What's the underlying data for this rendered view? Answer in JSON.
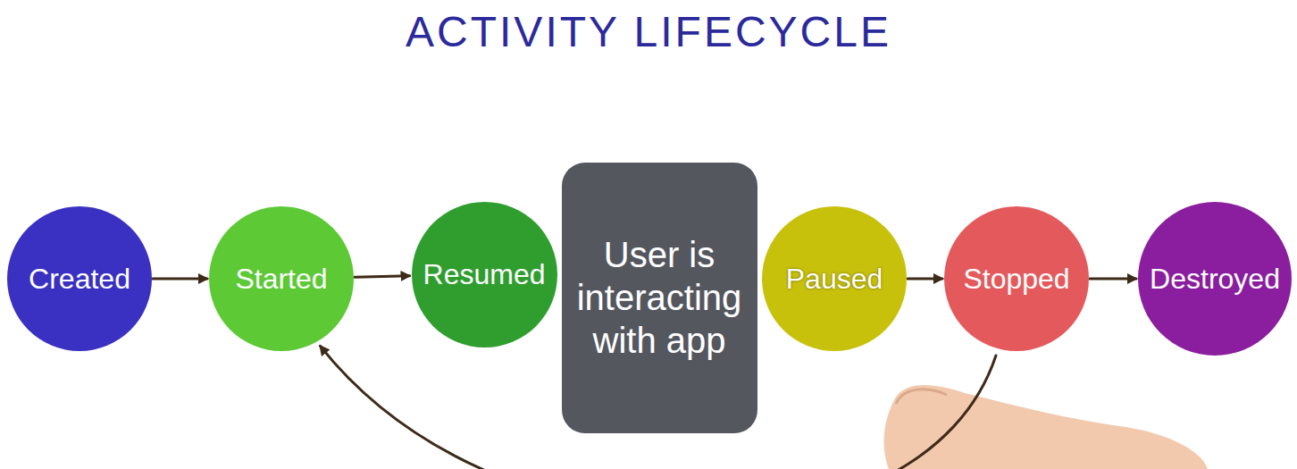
{
  "diagram": {
    "title": "ACTIVITY LIFECYCLE",
    "nodes": [
      {
        "text": [
          "Created"
        ]
      },
      {
        "text": [
          "Started"
        ]
      },
      {
        "text": [
          "Resumed"
        ]
      },
      {
        "text": [
          "User is interacting with app"
        ]
      },
      {
        "text": [
          "Paused"
        ]
      },
      {
        "text": [
          "Stopped"
        ]
      },
      {
        "text": [
          "Destroyed"
        ]
      }
    ],
    "edges": [
      {
        "from": 0,
        "to": 1,
        "arrow": "to"
      },
      {
        "from": 1,
        "to": 2,
        "arrow": "to"
      },
      {
        "from": 4,
        "to": 5,
        "arrow": "to"
      },
      {
        "from": 5,
        "to": 6,
        "arrow": "to"
      },
      {
        "from": 5,
        "to": 1,
        "arrow": "to"
      }
    ]
  }
}
